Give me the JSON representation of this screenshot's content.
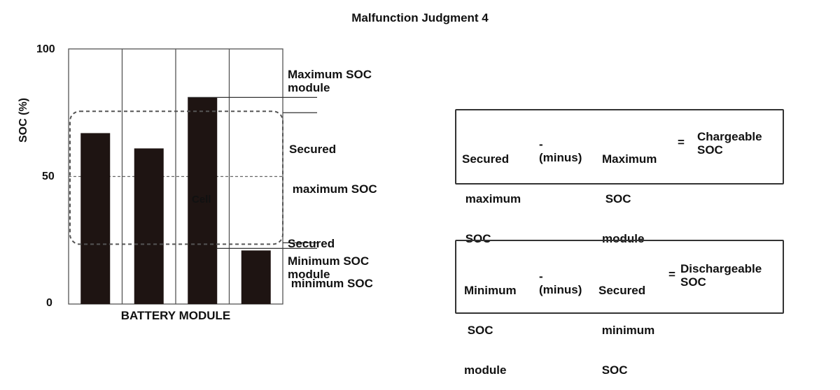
{
  "chart_data": {
    "type": "bar",
    "title": "Malfunction Judgment 4",
    "xlabel": "BATTERY MODULE",
    "ylabel": "SOC (%)",
    "ylim": [
      0,
      100
    ],
    "yticks": [
      "0",
      "50",
      "100"
    ],
    "values": [
      67,
      61,
      81,
      21
    ],
    "cell_label": "Cell",
    "secured_max_soc": 75,
    "secured_min_soc": 24,
    "reference_lines": [
      {
        "label_lines": [
          "Maximum SOC",
          "module"
        ]
      },
      {
        "label_lines": [
          "Secured",
          " maximum SOC"
        ]
      },
      {
        "label_lines": [
          "Secured",
          " minimum SOC"
        ]
      },
      {
        "label_lines": [
          "Minimum SOC",
          "module"
        ]
      }
    ]
  },
  "equations": [
    {
      "term1": [
        "Secured",
        " maximum",
        " SOC"
      ],
      "op": [
        "-",
        "(minus)"
      ],
      "term2": [
        "Maximum",
        " SOC",
        "module"
      ],
      "equals": "=",
      "result": [
        "Chargeable",
        "SOC"
      ]
    },
    {
      "term1": [
        "Minimum",
        " SOC",
        "module"
      ],
      "op": [
        "-",
        "(minus)"
      ],
      "term2": [
        "Secured",
        " minimum",
        " SOC"
      ],
      "equals": "=",
      "result": [
        "Dischargeable",
        "SOC"
      ]
    }
  ]
}
